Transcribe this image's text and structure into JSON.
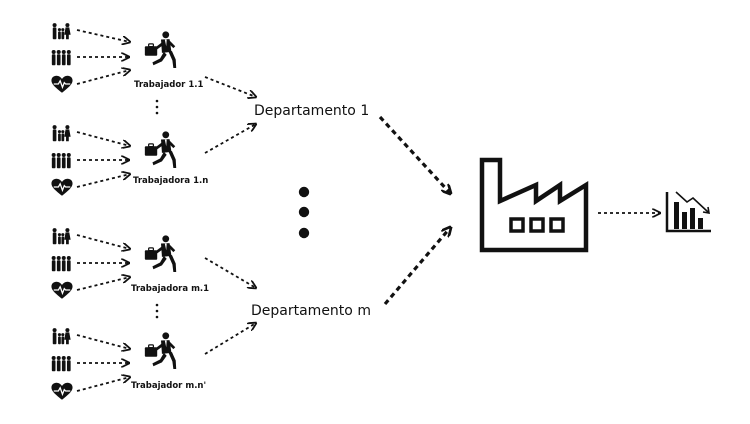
{
  "workers": [
    {
      "label": "Trabajador 1.1"
    },
    {
      "label": "Trabajadora 1.n"
    },
    {
      "label": "Trabajadora m.1"
    },
    {
      "label": "Trabajador m.n'"
    }
  ],
  "departments": [
    {
      "label": "Departamento 1"
    },
    {
      "label": "Departamento m"
    }
  ],
  "icons": {
    "family": "family-icon",
    "group": "group-icon",
    "health": "heart-pulse-icon",
    "worker": "running-businessman-icon",
    "factory": "factory-icon",
    "chart": "declining-bar-chart-icon"
  }
}
